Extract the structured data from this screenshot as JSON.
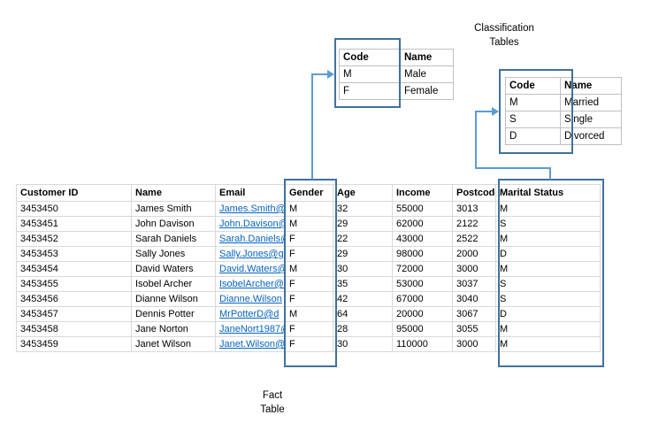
{
  "labels": {
    "classification_line1": "Classification",
    "classification_line2": "Tables",
    "fact_line1": "Fact",
    "fact_line2": "Table"
  },
  "colors": {
    "highlight_box": "#41719c",
    "connector": "#5b9bd5",
    "grid_fact": "#d9d9d9",
    "grid_class": "#bfbfbf",
    "link": "#0563c1"
  },
  "gender_table": {
    "headers": [
      "Code",
      "Name"
    ],
    "rows": [
      [
        "M",
        "Male"
      ],
      [
        "F",
        "Female"
      ]
    ]
  },
  "marital_table": {
    "headers": [
      "Code",
      "Name"
    ],
    "rows": [
      [
        "M",
        "Married"
      ],
      [
        "S",
        "Single"
      ],
      [
        "D",
        "Divorced"
      ]
    ]
  },
  "fact_table": {
    "headers": [
      "Customer ID",
      "Name",
      "Email",
      "Gender",
      "Age",
      "Income",
      "Postcode",
      "Marital Status"
    ],
    "rows": [
      [
        "3453450",
        "James Smith",
        "James.Smith@",
        "M",
        "32",
        "55000",
        "3013",
        "M"
      ],
      [
        "3453451",
        "John Davison",
        "John.Davison@",
        "M",
        "29",
        "62000",
        "2122",
        "S"
      ],
      [
        "3453452",
        "Sarah Daniels",
        "Sarah.Daniels@",
        "F",
        "22",
        "43000",
        "2522",
        "M"
      ],
      [
        "3453453",
        "Sally Jones",
        "Sally.Jones@g",
        "F",
        "29",
        "98000",
        "2000",
        "D"
      ],
      [
        "3453454",
        "David Waters",
        "David.Waters@",
        "M",
        "30",
        "72000",
        "3000",
        "M"
      ],
      [
        "3453455",
        "Isobel Archer",
        "IsobelArcher@",
        "F",
        "35",
        "53000",
        "3037",
        "S"
      ],
      [
        "3453456",
        "Dianne Wilson",
        "Dianne.Wilson",
        "F",
        "42",
        "67000",
        "3040",
        "S"
      ],
      [
        "3453457",
        "Dennis Potter",
        "MrPotterD@d",
        "M",
        "64",
        "20000",
        "3067",
        "D"
      ],
      [
        "3453458",
        "Jane Norton",
        "JaneNort1987@",
        "F",
        "28",
        "95000",
        "3055",
        "M"
      ],
      [
        "3453459",
        "Janet Wilson",
        "Janet.Wilson@",
        "F",
        "30",
        "110000",
        "3000",
        "M"
      ]
    ]
  }
}
